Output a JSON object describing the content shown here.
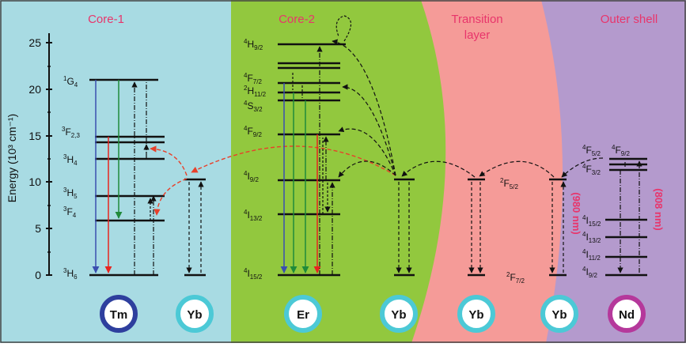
{
  "regions": {
    "core1": {
      "title": "Core-1",
      "color": "#a8dbe3"
    },
    "core2": {
      "title": "Core-2",
      "color": "#92c83e"
    },
    "transition": {
      "title_line1": "Transition",
      "title_line2": "layer",
      "color": "#f59b98"
    },
    "outer": {
      "title": "Outer shell",
      "color": "#b49acd"
    }
  },
  "axis": {
    "label": "Energy (10³ cm⁻¹)",
    "ticks": [
      "0",
      "5",
      "10",
      "15",
      "20",
      "25"
    ]
  },
  "levels": {
    "tm": {
      "G4": {
        "main": "1",
        "sub": "G",
        "tail": "4"
      },
      "F23": {
        "main": "3",
        "sub": "F",
        "tail": "2,3"
      },
      "H4": {
        "main": "3",
        "sub": "H",
        "tail": "4"
      },
      "H5": {
        "main": "3",
        "sub": "H",
        "tail": "5"
      },
      "F4": {
        "main": "3",
        "sub": "F",
        "tail": "4"
      },
      "H6": {
        "main": "3",
        "sub": "H",
        "tail": "6"
      }
    },
    "er": {
      "H92": {
        "main": "4",
        "sub": "H",
        "tail": "9/2"
      },
      "F72": {
        "main": "4",
        "sub": "F",
        "tail": "7/2"
      },
      "H112": {
        "main": "2",
        "sub": "H",
        "tail": "11/2"
      },
      "S32": {
        "main": "4",
        "sub": "S",
        "tail": "3/2"
      },
      "F92": {
        "main": "4",
        "sub": "F",
        "tail": "9/2"
      },
      "I92": {
        "main": "4",
        "sub": "I",
        "tail": "9/2"
      },
      "I132": {
        "main": "4",
        "sub": "I",
        "tail": "13/2"
      },
      "I152": {
        "main": "4",
        "sub": "I",
        "tail": "15/2"
      }
    },
    "yb": {
      "F52": {
        "main": "2",
        "sub": "F",
        "tail": "5/2"
      },
      "F72": {
        "main": "2",
        "sub": "F",
        "tail": "7/2"
      }
    },
    "nd": {
      "F52": {
        "main": "4",
        "sub": "F",
        "tail": "5/2"
      },
      "F92": {
        "main": "4",
        "sub": "F",
        "tail": "9/2"
      },
      "F32": {
        "main": "4",
        "sub": "F",
        "tail": "3/2"
      },
      "I152": {
        "main": "4",
        "sub": "I",
        "tail": "15/2"
      },
      "I132": {
        "main": "4",
        "sub": "I",
        "tail": "13/2"
      },
      "I112": {
        "main": "4",
        "sub": "I",
        "tail": "11/2"
      },
      "I92": {
        "main": "4",
        "sub": "I",
        "tail": "9/2"
      }
    }
  },
  "wavelengths": {
    "yb_980": "(980 nm)",
    "nd_808": "(808 nm)"
  },
  "ions": [
    {
      "label": "Tm",
      "ring": "#2e3f9e"
    },
    {
      "label": "Yb",
      "ring": "#4cc9d6"
    },
    {
      "label": "Er",
      "ring": "#4cc9d6"
    },
    {
      "label": "Yb",
      "ring": "#4cc9d6"
    },
    {
      "label": "Yb",
      "ring": "#4cc9d6"
    },
    {
      "label": "Yb",
      "ring": "#4cc9d6"
    },
    {
      "label": "Nd",
      "ring": "#b5389b"
    }
  ],
  "colors": {
    "blue": "#3a4fb0",
    "red": "#e8241f",
    "green": "#1f8a3a",
    "title": "#e8356b",
    "transfer_red": "#e8402a"
  }
}
